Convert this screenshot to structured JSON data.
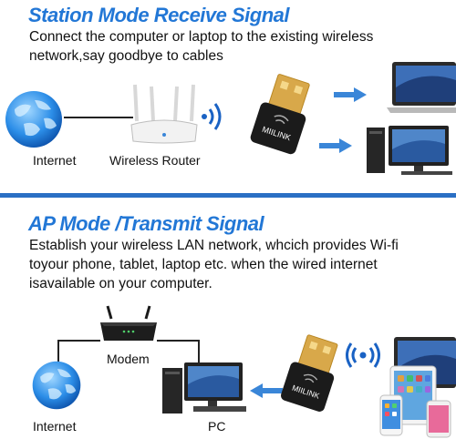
{
  "station": {
    "title": "Station Mode Receive Signal",
    "description_line1": "Connect the computer or laptop to the existing wireless",
    "description_line2": "network,say goodbye to cables",
    "labels": {
      "internet": "Internet",
      "router": "Wireless Router"
    },
    "adapter_brand": "MIILINK"
  },
  "ap": {
    "title": "AP Mode /Transmit Signal",
    "description_line1": "Establish your wireless LAN network, whcich provides Wi-fi",
    "description_line2": "toyour phone, tablet, laptop etc. when the wired internet",
    "description_line3": "isavailable on your computer.",
    "labels": {
      "modem": "Modem",
      "internet": "Internet",
      "pc": "PC"
    },
    "adapter_brand": "MIILINK"
  },
  "colors": {
    "title_blue": "#2277d6",
    "divider_blue": "#2a6fc4",
    "arrow_blue": "#3a86d8"
  },
  "icons": [
    "globe-icon",
    "router-icon",
    "wifi-signal-icon",
    "usb-adapter-icon",
    "arrow-right-icon",
    "laptop-icon",
    "desktop-pc-icon",
    "modem-icon",
    "arrow-left-icon",
    "tablet-icon",
    "phone-icon"
  ]
}
